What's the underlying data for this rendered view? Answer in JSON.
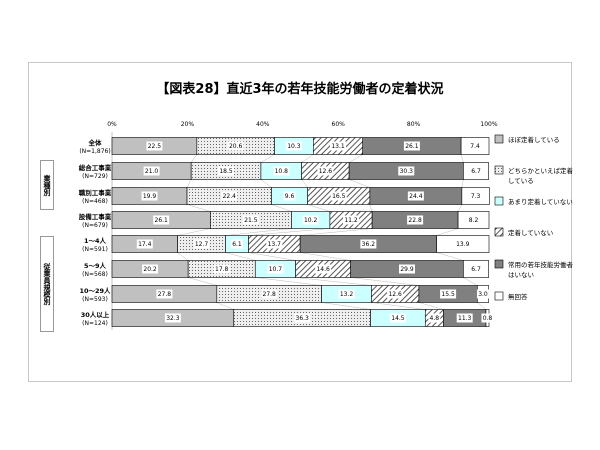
{
  "chart_data": {
    "type": "bar",
    "stacked": true,
    "orientation": "horizontal",
    "title": "【図表28】直近3年の若年技能労働者の定着状況",
    "xlim": [
      0,
      100
    ],
    "x_ticks": [
      "0%",
      "20%",
      "40%",
      "60%",
      "80%",
      "100%"
    ],
    "groups": [
      {
        "label": "業種別",
        "rows": [
          1,
          2,
          3
        ]
      },
      {
        "label": "従業員規模別",
        "rows": [
          4,
          5,
          6,
          7
        ]
      }
    ],
    "categories": [
      {
        "name": "全体",
        "n": "(N=1,876)"
      },
      {
        "name": "総合工事業",
        "n": "(N=729)"
      },
      {
        "name": "職別工事業",
        "n": "(N=468)"
      },
      {
        "name": "設備工事業",
        "n": "(N=679)"
      },
      {
        "name": "1～4人",
        "n": "(N=591)"
      },
      {
        "name": "5～9人",
        "n": "(N=568)"
      },
      {
        "name": "10～29人",
        "n": "(N=593)"
      },
      {
        "name": "30人以上",
        "n": "(N=124)"
      }
    ],
    "series": [
      {
        "name": "ほぼ定着している",
        "color": "#c0c0c0",
        "pattern": "solid",
        "values": [
          22.5,
          21.0,
          19.9,
          26.1,
          17.4,
          20.2,
          27.8,
          32.3
        ]
      },
      {
        "name": "どちらかといえば定着している",
        "color": "#e0e0e0",
        "pattern": "dots",
        "values": [
          20.6,
          18.5,
          22.4,
          21.5,
          12.7,
          17.8,
          27.8,
          36.3
        ]
      },
      {
        "name": "あまり定着していない",
        "color": "#ccffff",
        "pattern": "solid",
        "values": [
          10.3,
          10.8,
          9.6,
          10.2,
          6.1,
          10.7,
          13.2,
          14.5
        ]
      },
      {
        "name": "定着していない",
        "color": "#ffffff",
        "pattern": "hatch",
        "values": [
          13.1,
          12.6,
          16.5,
          11.2,
          13.7,
          14.6,
          12.6,
          4.8
        ]
      },
      {
        "name": "常用の若年技能労働者はいない",
        "color": "#808080",
        "pattern": "solid",
        "values": [
          26.1,
          30.3,
          24.4,
          22.8,
          36.2,
          29.9,
          15.5,
          11.3
        ]
      },
      {
        "name": "無回答",
        "color": "#ffffff",
        "pattern": "solid",
        "values": [
          7.4,
          6.7,
          7.3,
          8.2,
          13.9,
          6.7,
          3.0,
          0.8
        ]
      }
    ],
    "legend_position": "right"
  }
}
